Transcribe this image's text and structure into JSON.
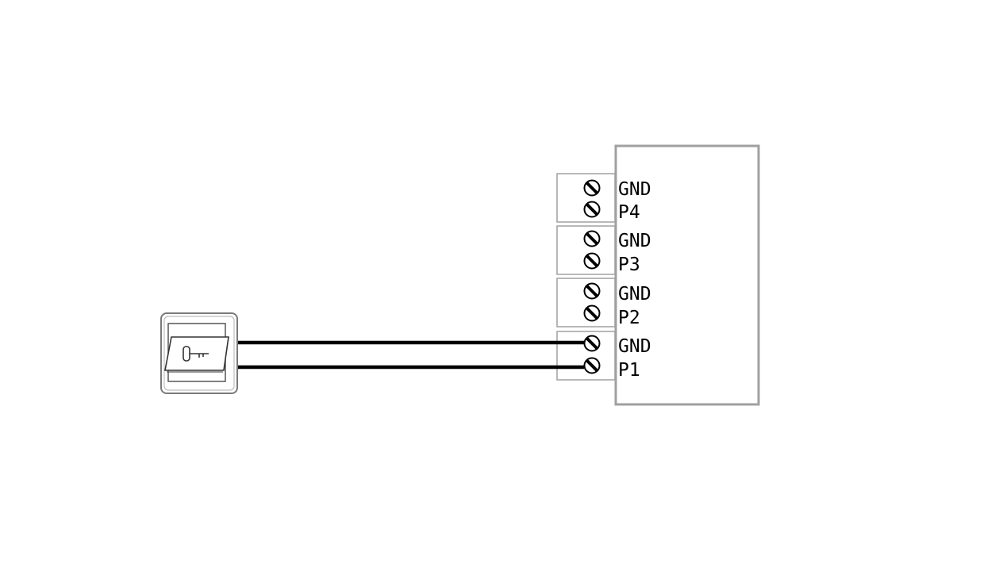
{
  "colors": {
    "outline": "#a0a0a0",
    "wire": "#000000",
    "background": "#ffffff"
  },
  "switch": {
    "icon": "key-switch-icon"
  },
  "terminal_groups": [
    {
      "pins": [
        {
          "label": "GND"
        },
        {
          "label": "P4"
        }
      ]
    },
    {
      "pins": [
        {
          "label": "GND"
        },
        {
          "label": "P3"
        }
      ]
    },
    {
      "pins": [
        {
          "label": "GND"
        },
        {
          "label": "P2"
        }
      ]
    },
    {
      "pins": [
        {
          "label": "GND"
        },
        {
          "label": "P1"
        }
      ]
    }
  ],
  "connections": [
    {
      "from": "key-switch",
      "to": "GND",
      "group": 4
    },
    {
      "from": "key-switch",
      "to": "P1",
      "group": 4
    }
  ]
}
